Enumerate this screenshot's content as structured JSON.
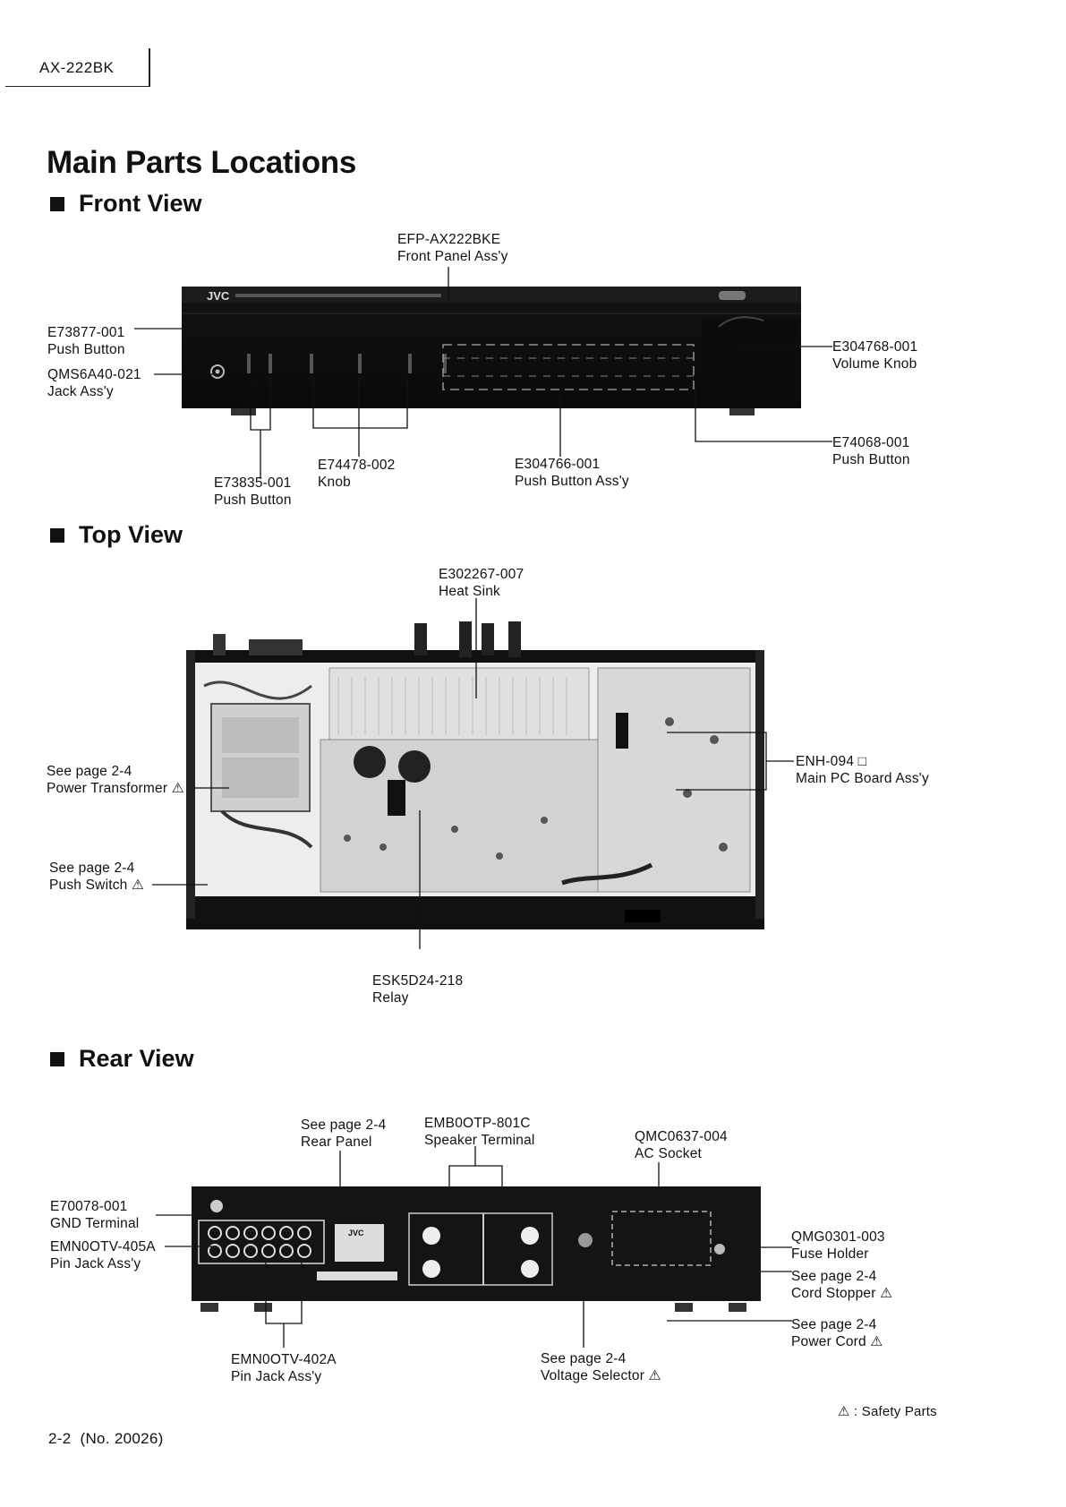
{
  "header": {
    "model": "AX-222BK"
  },
  "page_title": "Main Parts Locations",
  "sections": {
    "front": "Front View",
    "top": "Top View",
    "rear": "Rear View"
  },
  "front_labels": {
    "front_panel": {
      "part": "EFP-AX222BKE",
      "desc": "Front Panel Ass'y"
    },
    "push_button_left": {
      "part": "E73877-001",
      "desc": "Push Button"
    },
    "jack": {
      "part": "QMS6A40-021",
      "desc": "Jack Ass'y"
    },
    "volume_knob": {
      "part": "E304768-001",
      "desc": "Volume Knob"
    },
    "push_button_right": {
      "part": "E74068-001",
      "desc": "Push Button"
    },
    "push_button_assy": {
      "part": "E304766-001",
      "desc": "Push Button Ass'y"
    },
    "knob": {
      "part": "E74478-002",
      "desc": "Knob"
    },
    "push_button_bottom": {
      "part": "E73835-001",
      "desc": "Push Button"
    }
  },
  "top_labels": {
    "heat_sink": {
      "part": "E302267-007",
      "desc": "Heat Sink"
    },
    "main_pcb": {
      "part": "ENH-094 □",
      "desc": "Main PC Board Ass'y"
    },
    "power_transformer": {
      "part": "See page 2-4",
      "desc": "Power Transformer ⚠"
    },
    "push_switch": {
      "part": "See page 2-4",
      "desc": "Push Switch ⚠"
    },
    "relay": {
      "part": "ESK5D24-218",
      "desc": "Relay"
    }
  },
  "rear_labels": {
    "rear_panel": {
      "part": "See page 2-4",
      "desc": "Rear Panel"
    },
    "speaker_terminal": {
      "part": "EMB0OTP-801C",
      "desc": "Speaker Terminal"
    },
    "ac_socket": {
      "part": "QMC0637-004",
      "desc": "AC Socket"
    },
    "gnd_terminal": {
      "part": "E70078-001",
      "desc": "GND Terminal"
    },
    "pin_jack_405": {
      "part": "EMN0OTV-405A",
      "desc": "Pin Jack Ass'y"
    },
    "fuse_holder": {
      "part": "QMG0301-003",
      "desc": "Fuse Holder"
    },
    "cord_stopper": {
      "part": "See page 2-4",
      "desc": "Cord Stopper ⚠"
    },
    "power_cord": {
      "part": "See page 2-4",
      "desc": "Power Cord ⚠"
    },
    "pin_jack_402": {
      "part": "EMN0OTV-402A",
      "desc": "Pin Jack Ass'y"
    },
    "voltage_selector": {
      "part": "See page 2-4",
      "desc": "Voltage Selector ⚠"
    }
  },
  "photo_marks": {
    "front_brand": "JVC",
    "rear_brand": "JVC"
  },
  "legend": "⚠ : Safety Parts",
  "footer": {
    "page": "2-2  (No. 20026)"
  }
}
